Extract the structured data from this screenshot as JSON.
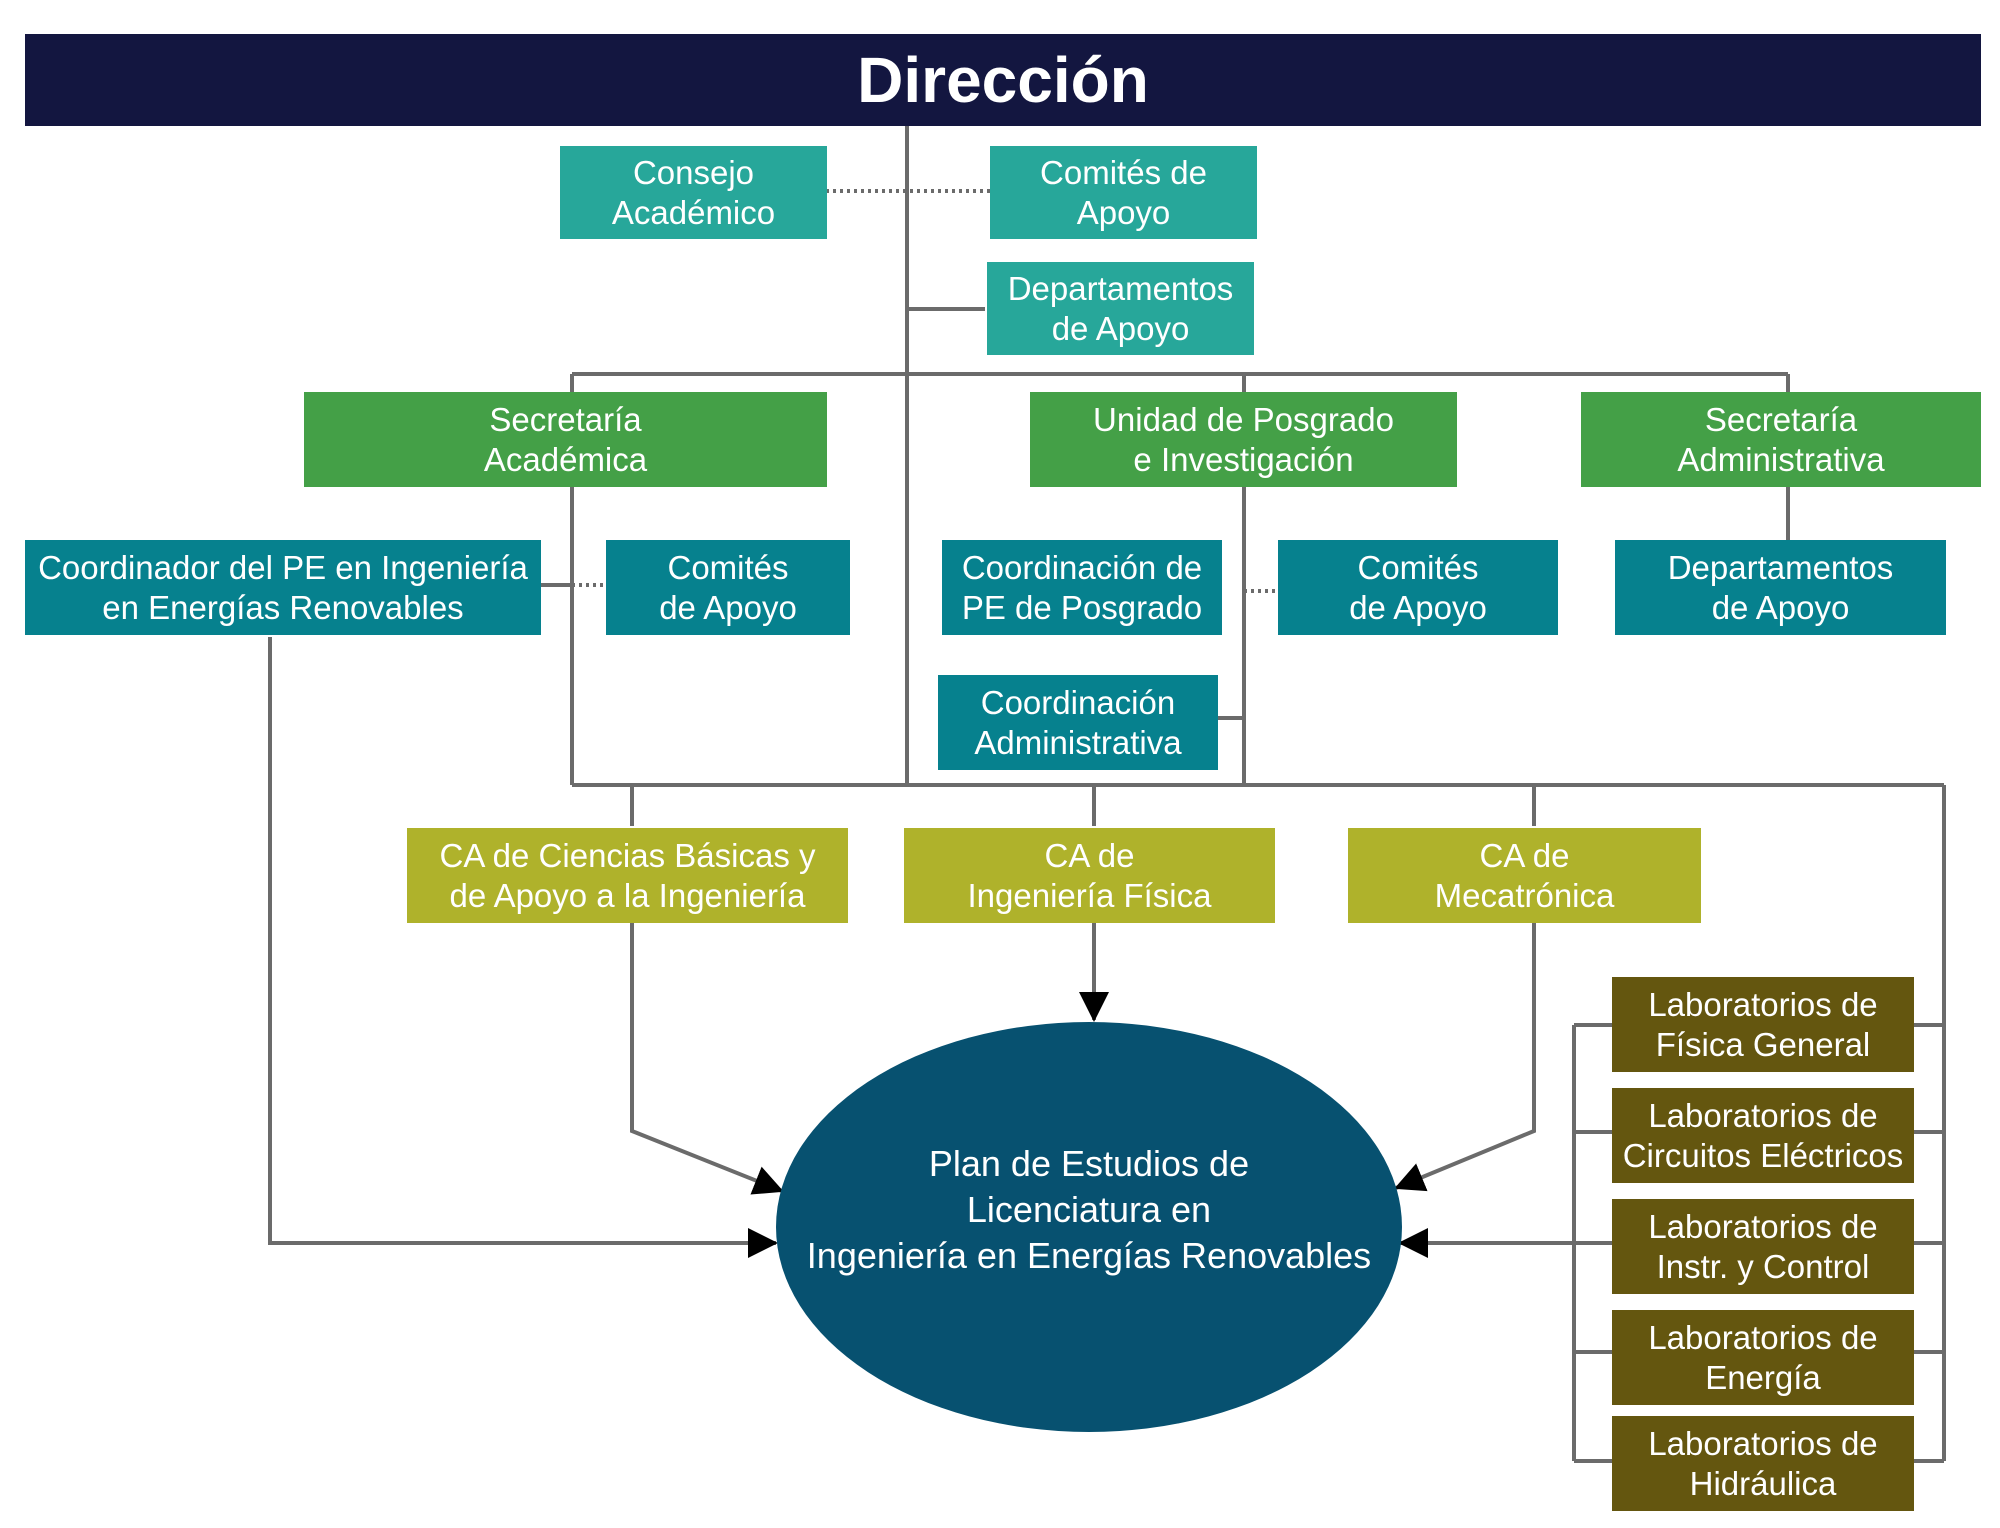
{
  "title": "Dirección",
  "nodes": {
    "consejo": "Consejo\nAcadémico",
    "comites_top": "Comités de\nApoyo",
    "deptos_top": "Departamentos\nde Apoyo",
    "sec_academica": "Secretaría\nAcadémica",
    "posgrado": "Unidad de Posgrado\ne Investigación",
    "sec_admin": "Secretaría\nAdministrativa",
    "coordinador_pe": "Coordinador del PE en Ingeniería\nen Energías Renovables",
    "comites_left": "Comités\nde Apoyo",
    "coord_posgrado": "Coordinación de\nPE de Posgrado",
    "comites_right": "Comités\nde Apoyo",
    "deptos_right": "Departamentos\nde Apoyo",
    "coord_admin": "Coordinación\nAdministrativa",
    "ca_ciencias": "CA de Ciencias Básicas y\nde Apoyo a la Ingeniería",
    "ca_fisica": "CA de\nIngeniería Física",
    "ca_mecatronica": "CA de\nMecatrónica",
    "plan": "Plan de Estudios de\nLicenciatura en\nIngeniería en Energías Renovables",
    "lab_fisica": "Laboratorios de\nFísica General",
    "lab_circuitos": "Laboratorios de\nCircuitos Eléctricos",
    "lab_instr": "Laboratorios de\nInstr. y Control",
    "lab_energia": "Laboratorios de\nEnergía",
    "lab_hidraulica": "Laboratorios de\nHidráulica"
  },
  "colors": {
    "title_bar": "#131640",
    "support": "#27a79a",
    "secretariat": "#44a047",
    "coordination": "#06818e",
    "academic_body": "#afb22b",
    "laboratory": "#64560f",
    "plan": "#075170",
    "connector": "#6b6b6b"
  }
}
